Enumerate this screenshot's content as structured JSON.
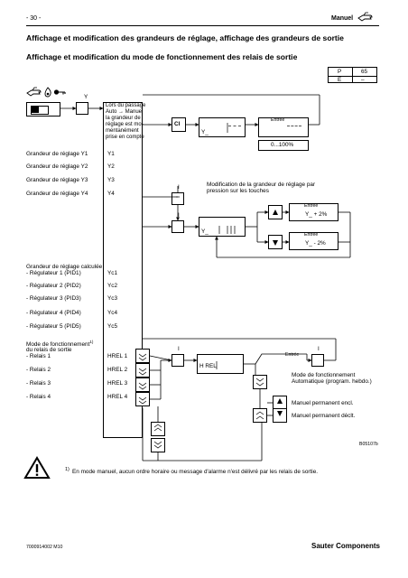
{
  "header": {
    "page_number": "- 30 -",
    "section": "Manuel"
  },
  "titles": {
    "main": "Affichage et modification des grandeurs de réglage, affichage des grandeurs de sortie",
    "sub": "Affichage et modification du mode de fonctionnement des relais de sortie"
  },
  "pe_table": {
    "rows": [
      {
        "key": "P",
        "value": "65"
      },
      {
        "key": "E",
        "value": "–"
      }
    ]
  },
  "diagram": {
    "y_label": "Y",
    "mode_box": [
      "Lors du passage",
      "Auto → Manuel",
      "la grandeur de",
      "réglage est mo-",
      "mentanément",
      "prise en compte"
    ],
    "cl_label": "Cl",
    "display_top": {
      "entry": "Entrée",
      "y_prefix": "Y_",
      "range": "0...100%"
    },
    "rows_y": [
      {
        "label": "Grandeur de réglage Y1",
        "code": "Y1"
      },
      {
        "label": "Grandeur de réglage Y2",
        "code": "Y2"
      },
      {
        "label": "Grandeur de réglage Y3",
        "code": "Y3"
      },
      {
        "label": "Grandeur de réglage Y4",
        "code": "Y4"
      }
    ],
    "i_label": "I",
    "modify_note": [
      "Modification de la grandeur de réglage par",
      "pression sur les touches"
    ],
    "display_mid": {
      "y_prefix": "Y_"
    },
    "entry_plus": {
      "entry": "Entrée",
      "value": "Y_ + 2%"
    },
    "entry_minus": {
      "entry": "Entrée",
      "value": "Y_ - 2%"
    },
    "calc_title": [
      "Grandeur de réglage calculée"
    ],
    "rows_pid": [
      {
        "label": "- Régulateur 1 (PID1)",
        "code": "Yc1"
      },
      {
        "label": "- Régulateur 2 (PID2)",
        "code": "Yc2"
      },
      {
        "label": "- Régulateur 3 (PID3)",
        "code": "Yc3"
      },
      {
        "label": "- Régulateur 4 (PID4)",
        "code": "Yc4"
      },
      {
        "label": "- Régulateur 5 (PID5)",
        "code": "Yc5"
      }
    ],
    "relay_title": [
      "Mode de fonctionnement",
      "du relais de sortie"
    ],
    "footnote_mark": "1)",
    "rows_relay": [
      {
        "label": "- Relais 1",
        "code": "HREL 1"
      },
      {
        "label": "- Relais 2",
        "code": "HREL 2"
      },
      {
        "label": "- Relais 3",
        "code": "HREL 3"
      },
      {
        "label": "- Relais 4",
        "code": "HREL 4"
      }
    ],
    "hrel_display": "H REL",
    "relay_entry": "Entrée",
    "modes": [
      [
        "Mode de fonctionnement",
        "Automatique (program. hebdo.)"
      ],
      [
        "Manuel permanent encl."
      ],
      [
        "Manuel permanent déclt."
      ]
    ],
    "figure_id": "B05107b"
  },
  "note": {
    "mark": "1)",
    "text": "En mode manuel, aucun ordre horaire ou message d'alarme n'est délivré par les relais de sortie."
  },
  "footer": {
    "doc_code": "7000914002 M10",
    "brand": "Sauter Components"
  }
}
